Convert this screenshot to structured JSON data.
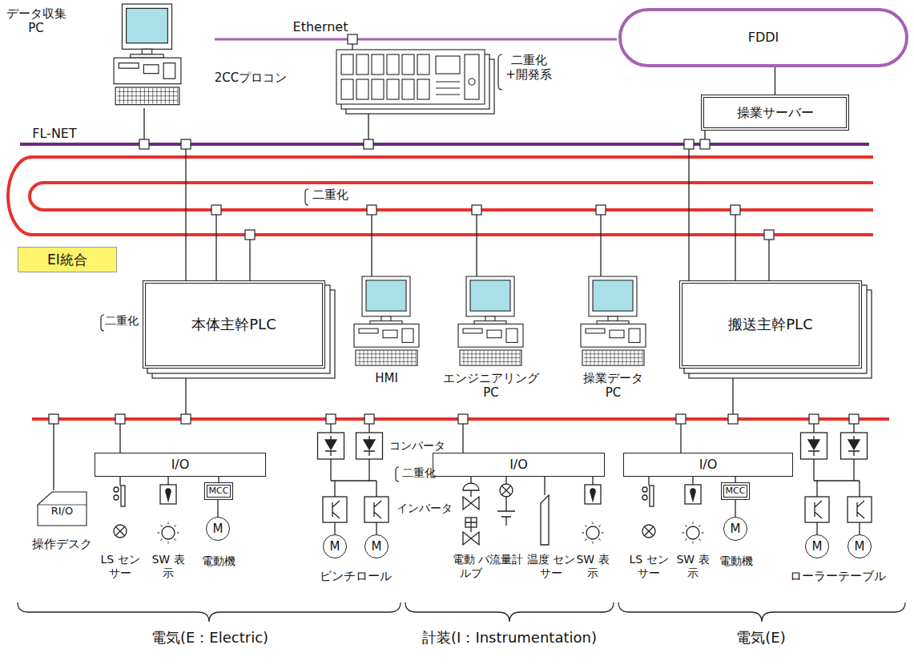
{
  "diagram": {
    "nodes": [
      {
        "text": [
          "データ収集 PC"
        ]
      },
      {
        "text": [
          "2CCプロコン"
        ]
      },
      {
        "text": [
          "FDDI"
        ]
      },
      {
        "text": [
          "操業サーバー"
        ]
      },
      {
        "text": [
          "EI統合"
        ]
      },
      {
        "text": [
          "本体主幹PLC"
        ]
      },
      {
        "text": [
          "HMI"
        ]
      },
      {
        "text": [
          "エンジニアリング PC"
        ]
      },
      {
        "text": [
          "操業データ PC"
        ]
      },
      {
        "text": [
          "搬送主幹PLC"
        ]
      },
      {
        "text": [
          "RI/O",
          "操作デスク"
        ]
      },
      {
        "text": [
          "I/O"
        ]
      },
      {
        "text": [
          "MCC"
        ]
      },
      {
        "text": [
          "M",
          "電動機"
        ]
      },
      {
        "text": [
          "M"
        ]
      },
      {
        "text": [
          "M"
        ]
      },
      {
        "text": [
          "I/O"
        ]
      },
      {
        "text": [
          "I/O"
        ]
      },
      {
        "text": [
          "MCC"
        ]
      },
      {
        "text": [
          "M",
          "電動機"
        ]
      },
      {
        "text": [
          "M"
        ]
      },
      {
        "text": [
          "M"
        ]
      }
    ],
    "edges": [
      {
        "from": 2,
        "to": 3,
        "arrow": "none"
      },
      {
        "from": 11,
        "to": 12,
        "arrow": "none"
      },
      {
        "from": 12,
        "to": 13,
        "arrow": "none"
      },
      {
        "from": 17,
        "to": 18,
        "arrow": "none"
      },
      {
        "from": 18,
        "to": 19,
        "arrow": "none"
      }
    ],
    "labels": [
      "Ethernet",
      "二重化 +開発系",
      "FL-NET",
      "二重化",
      "二重化",
      "コンバータ",
      "二重化",
      "インバータ",
      "LS センサー",
      "SW 表示",
      "ピンチロール",
      "電動 バルブ",
      "流量計",
      "温度 センサー",
      "SW 表示",
      "LS センサー",
      "SW 表示",
      "ローラーテーブル",
      "電気(E：Electric)",
      "計装(I：Instrumentation)",
      "電気(E)"
    ]
  }
}
